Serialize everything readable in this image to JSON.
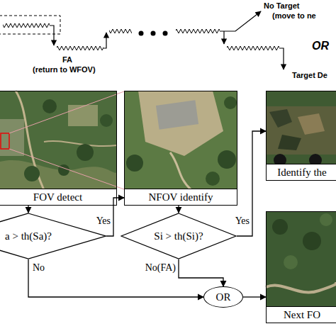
{
  "diagram": {
    "nodes": [
      {
        "text": [
          "FOV detect"
        ]
      },
      {
        "text": [
          "NFOV identify"
        ]
      },
      {
        "text": [
          "Identify the"
        ]
      },
      {
        "text": [
          "a > th(Sa)?"
        ]
      },
      {
        "text": [
          "Si > th(Si)?"
        ]
      },
      {
        "text": [
          "OR"
        ]
      },
      {
        "text": [
          "Next FO"
        ]
      }
    ],
    "edges": [
      {
        "from": 0,
        "to": 3,
        "arrow": "to"
      },
      {
        "from": 3,
        "to": 1,
        "label": "Yes",
        "arrow": "to"
      },
      {
        "from": 1,
        "to": 4,
        "arrow": "to"
      },
      {
        "from": 4,
        "to": 2,
        "label": "Yes",
        "arrow": "to"
      },
      {
        "from": 3,
        "to": 5,
        "label": "No",
        "arrow": "to"
      },
      {
        "from": 4,
        "to": 5,
        "label": "No(FA)",
        "arrow": "to"
      },
      {
        "from": 5,
        "to": 6,
        "arrow": "to"
      }
    ],
    "labels": [
      "FA",
      "(return to WFOV)",
      "No Target",
      "(move to ne",
      "OR",
      "Target De"
    ]
  }
}
